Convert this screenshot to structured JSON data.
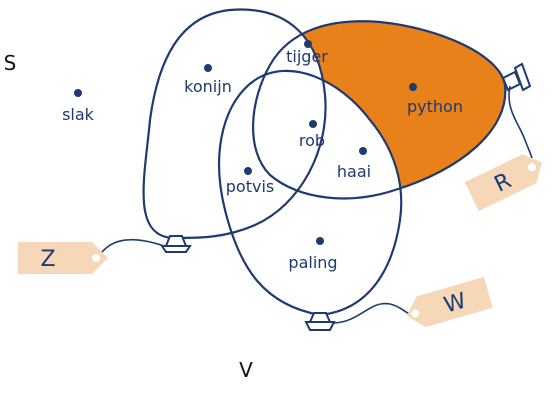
{
  "corner_labels": {
    "left": "S",
    "bottom": "V"
  },
  "colors": {
    "outline": "#1f3a70",
    "highlight": "#e8811a",
    "tag_fill": "#f6d7b8"
  },
  "sets": {
    "Z": "Z",
    "W": "W",
    "R": "R"
  },
  "elements": {
    "slak": "slak",
    "konijn": "konijn",
    "tijger": "tijger",
    "python": "python",
    "rob": "rob",
    "haai": "haai",
    "potvis": "potvis",
    "paling": "paling"
  },
  "highlighted_region": "R only (python)"
}
